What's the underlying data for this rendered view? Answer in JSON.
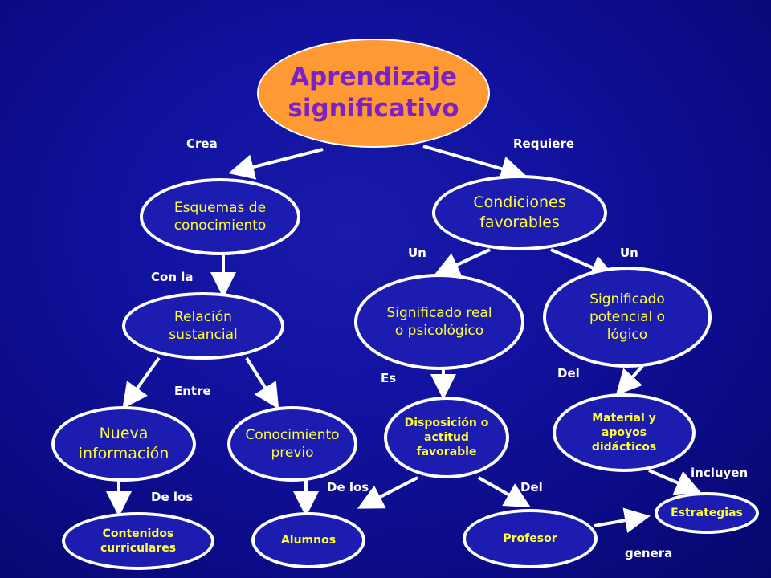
{
  "nodes": {
    "main": "Aprendizaje\nsignificativo",
    "esquemas": "Esquemas de\nconocimiento",
    "condiciones": "Condiciones\nfavorables",
    "relacion": "Relación\nsustancial",
    "sig_real": "Significado real\no psicológico",
    "sig_potencial": "Significado\npotencial o\nlógico",
    "nueva": "Nueva\ninformación",
    "conocimiento": "Conocimiento\nprevio",
    "disposicion": "Disposición o\nactitud\nfavorable",
    "material": "Material y\napoyos\ndidácticos",
    "contenidos": "Contenidos\ncurriculares",
    "alumnos": "Alumnos",
    "profesor": "Profesor",
    "estrategias": "Estrategias"
  },
  "labels": {
    "crea": "Crea",
    "requiere": "Requiere",
    "con_la": "Con la",
    "un_left": "Un",
    "un_right": "Un",
    "entre": "Entre",
    "es": "Es",
    "del_material": "Del",
    "incluyen": "incluyen",
    "de_los_contenidos": "De los",
    "de_los_alumnos": "De los",
    "del_profesor": "Del",
    "genera": "genera"
  },
  "colors": {
    "background": "#1212a0",
    "node_fill": "#1c1cb0",
    "node_border": "#ffffff",
    "node_text": "#ffff33",
    "main_fill": "#ff9933",
    "main_text": "#7a22c8",
    "label_text": "#ffffff"
  }
}
